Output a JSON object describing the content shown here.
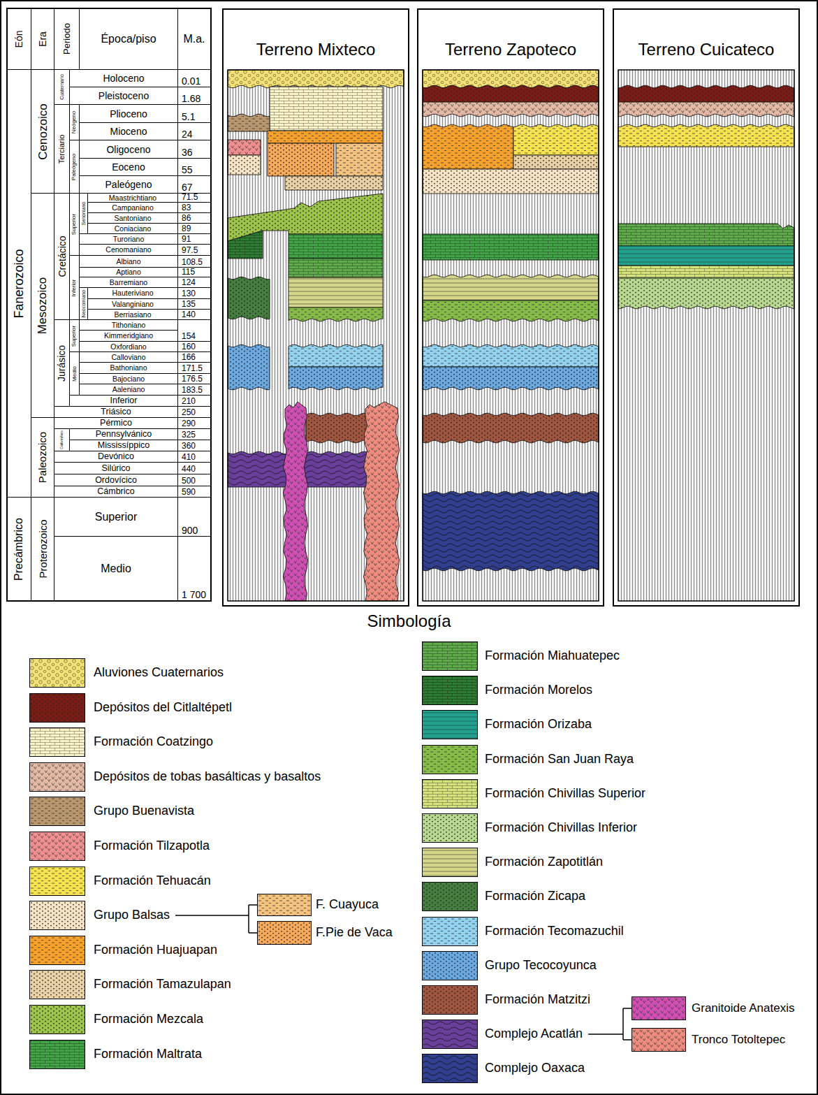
{
  "diagram": {
    "nodes": [
      {
        "text": [
          "Terreno Mixteco"
        ]
      },
      {
        "text": [
          "Terreno Zapoteco"
        ]
      },
      {
        "text": [
          "Terreno Cuicateco"
        ]
      }
    ],
    "labels": [
      "Eón",
      "Era",
      "Periodo",
      "Época/piso",
      "M.a.",
      "Fanerozoico",
      "Cenozoico",
      "Cuaternario",
      "Holoceno",
      "0.01",
      "Pleistoceno",
      "1.68",
      "Terciario",
      "Neógeno",
      "Plioceno",
      "5.1",
      "Mioceno",
      "24",
      "Paleógeno",
      "Oligoceno",
      "36",
      "Eoceno",
      "55",
      "Paleógeno",
      "67",
      "Mesozoico",
      "Cretácico",
      "Superior",
      "Senoniano",
      "Maastrichtiano",
      "71.5",
      "Campaniano",
      "83",
      "Santoniano",
      "86",
      "Coniaciano",
      "89",
      "Turoriano",
      "91",
      "Cenomaniano",
      "97.5",
      "Inferior",
      "Albiano",
      "108.5",
      "Aptiano",
      "115",
      "Barremiano",
      "124",
      "Neocomiano",
      "Hauteriviano",
      "130",
      "Valanginiano",
      "135",
      "Berriasiano",
      "140",
      "Jurásico",
      "Superior",
      "Tithoniano",
      "Kimmeridgiano",
      "154",
      "Oxfordiano",
      "160",
      "Medio",
      "Calloviano",
      "166",
      "Bathoniano",
      "171.5",
      "Bajociano",
      "176.5",
      "Aaleniano",
      "183.5",
      "Inferior",
      "210",
      "Triásico",
      "250",
      "Paleozoico",
      "Pérmico",
      "290",
      "Carbonífero",
      "Pennsylvánico",
      "325",
      "Mississíppico",
      "360",
      "Devónico",
      "410",
      "Silúrico",
      "440",
      "Ordovícico",
      "500",
      "Cámbrico",
      "590",
      "Precámbrico",
      "Proterozoico",
      "Superior",
      "900",
      "Medio",
      "1 700",
      "Simbología"
    ],
    "legend": [
      {
        "text": "Aluviones Cuaternarios",
        "color": "#f3e27a"
      },
      {
        "text": "Depósitos del Citlaltépetl",
        "color": "#7b1c14"
      },
      {
        "text": "Formación Coatzingo",
        "color": "#fbf4c8"
      },
      {
        "text": "Depósitos de tobas basálticas y basaltos",
        "color": "#e3b9a5"
      },
      {
        "text": "Grupo Buenavista",
        "color": "#b8966d"
      },
      {
        "text": "Formación Tilzapotla",
        "color": "#ef8f8f"
      },
      {
        "text": "Formación Tehuacán",
        "color": "#f6e14e"
      },
      {
        "text": "Grupo Balsas",
        "color": "#f5e3c3"
      },
      {
        "text": "F. Cuayuca",
        "color": "#f3c27f"
      },
      {
        "text": "F.Pie de Vaca",
        "color": "#f6a85b"
      },
      {
        "text": "Formación Huajuapan",
        "color": "#f6a12c"
      },
      {
        "text": "Formación Tamazulapan",
        "color": "#e8cfa4"
      },
      {
        "text": "Formación Mezcala",
        "color": "#9dc34b"
      },
      {
        "text": "Formación Maltrata",
        "color": "#43a447"
      },
      {
        "text": "Formación Miahuatepec",
        "color": "#5fab4c"
      },
      {
        "text": "Formación Morelos",
        "color": "#2f7a33"
      },
      {
        "text": "Formación Orizaba",
        "color": "#20a28e"
      },
      {
        "text": "Formación San Juan Raya",
        "color": "#86bb48"
      },
      {
        "text": "Formación Chivillas Superior",
        "color": "#d5e37e"
      },
      {
        "text": "Formación Chivillas Inferior",
        "color": "#b9d88f"
      },
      {
        "text": "Formación Zapotitlán",
        "color": "#d6d68a"
      },
      {
        "text": "Formación Zicapa",
        "color": "#447d3e"
      },
      {
        "text": "Formación Tecomazuchil",
        "color": "#92d2ef"
      },
      {
        "text": "Grupo Tecocoyunca",
        "color": "#6aa8df"
      },
      {
        "text": "Formación Matzitzi",
        "color": "#a0553f"
      },
      {
        "text": "Complejo Acatlán",
        "color": "#6a3f9c"
      },
      {
        "text": "Granitoide Anatexis",
        "color": "#cf4fb3"
      },
      {
        "text": "Tronco Totoltepec",
        "color": "#ef8c7f"
      },
      {
        "text": "Complejo Oaxaca",
        "color": "#2f3f8d"
      }
    ]
  }
}
